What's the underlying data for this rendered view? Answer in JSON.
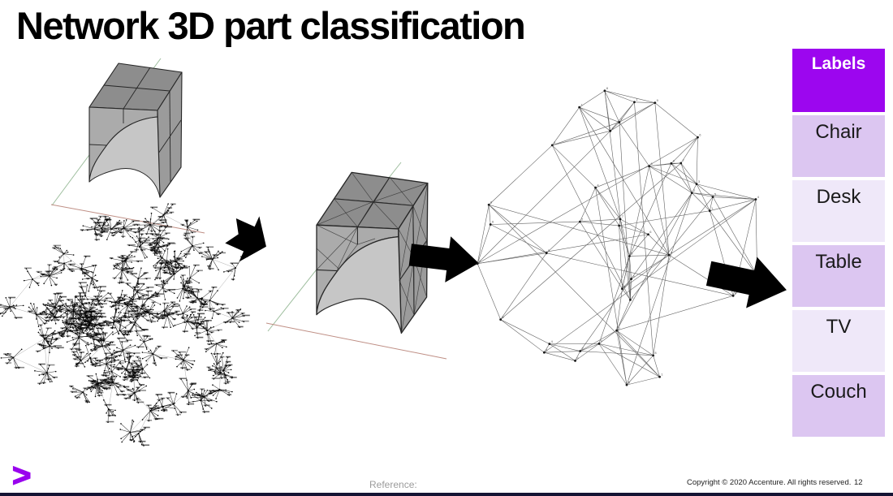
{
  "slide": {
    "title": "Network 3D part classification",
    "footer": {
      "logo_glyph": ">",
      "reference_label": "Reference:",
      "copyright": "Copyright © 2020 Accenture. All rights reserved.",
      "page_number": "12"
    }
  },
  "labels_table": {
    "header": "Labels",
    "rows": [
      "Chair",
      "Desk",
      "Table",
      "TV",
      "Couch"
    ],
    "colors": {
      "header_bg": "#9C06EF",
      "header_text": "#FFFFFF",
      "row_bg_strong": "#DCC6F1",
      "row_bg_light": "#EFE8F9",
      "row_text": "#1A1A1A"
    }
  },
  "figures": {
    "arrow_color": "#000000",
    "axis_green": "#9DBD9D",
    "axis_red": "#BF8F85",
    "mesh_grays": [
      "#8D8D8D",
      "#9B9B9B",
      "#ABABAB",
      "#C6C6C6"
    ],
    "input_part_icon": "3d-part-mesh",
    "refined_part_icon": "triangulated-3d-part-mesh",
    "dense_graph": {
      "icon": "dense-part-network",
      "hubs": 125,
      "seed": 20
    },
    "sparse_graph": {
      "icon": "part-feature-network",
      "nodes": 42,
      "seed": 5
    }
  }
}
